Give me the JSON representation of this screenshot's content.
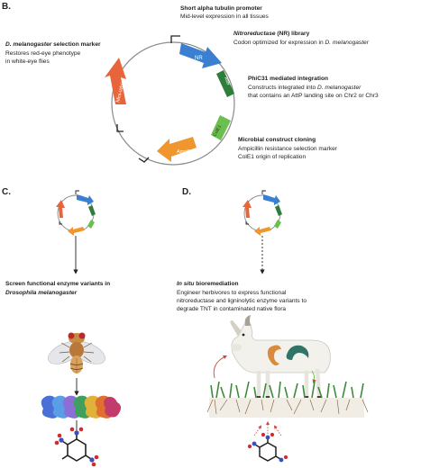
{
  "panels": {
    "b": "B.",
    "c": "C.",
    "d": "D."
  },
  "plasmid_labels": {
    "mini_white": "Mini-White",
    "nr": "NR",
    "attb": "AttB",
    "cole1": "ColE1",
    "amp": "AmpR"
  },
  "annotations": {
    "promoter": {
      "title": "Short alpha tubulin promoter",
      "line1": "Mid-level expression in all tissues"
    },
    "nr_library": {
      "title_italic": "Nitroreductase",
      "title_rest": " (NR) library",
      "line1_prefix": "Codon optimized for expression in ",
      "line1_italic": "D. melanogaster"
    },
    "selection_marker": {
      "title_italic": "D. melanogaster",
      "title_rest": " selection marker",
      "line1": "Restores red-eye phenotype",
      "line2": "in white-eye flies"
    },
    "integration": {
      "title": "PhiC31 mediated integration",
      "line1_prefix": "Constructs integrated into ",
      "line1_italic": "D. melanogaster",
      "line2": "that contains an AttP landing site on Chr2 or Chr3"
    },
    "cloning": {
      "title": "Microbial construct cloning",
      "line1": "Ampicillin resistance selection marker",
      "line2": "ColE1 origin of replication"
    }
  },
  "panel_c": {
    "title_line1": "Screen functional enzyme variants in",
    "title_line2": "Drosophila melanogaster"
  },
  "panel_d": {
    "title_italic": "In situ",
    "title_rest": " bioremediation",
    "line1": "Engineer herbivores to express functional",
    "line2": "nitroreductase and ligninolytic enzyme variants to",
    "line3": "degrade TNT in contaminated native flora"
  },
  "colors": {
    "orange_red": "#e8643a",
    "blue": "#3a7fd0",
    "dark_green": "#2e7d3a",
    "light_green": "#6bbf4e",
    "orange": "#f0962e",
    "backbone": "#8a8a8a"
  },
  "icons": [
    "plasmid-map",
    "fruit-fly-icon",
    "enzyme-variants-icon",
    "tnt-molecule-icon",
    "goat-icon",
    "grass-icon"
  ]
}
